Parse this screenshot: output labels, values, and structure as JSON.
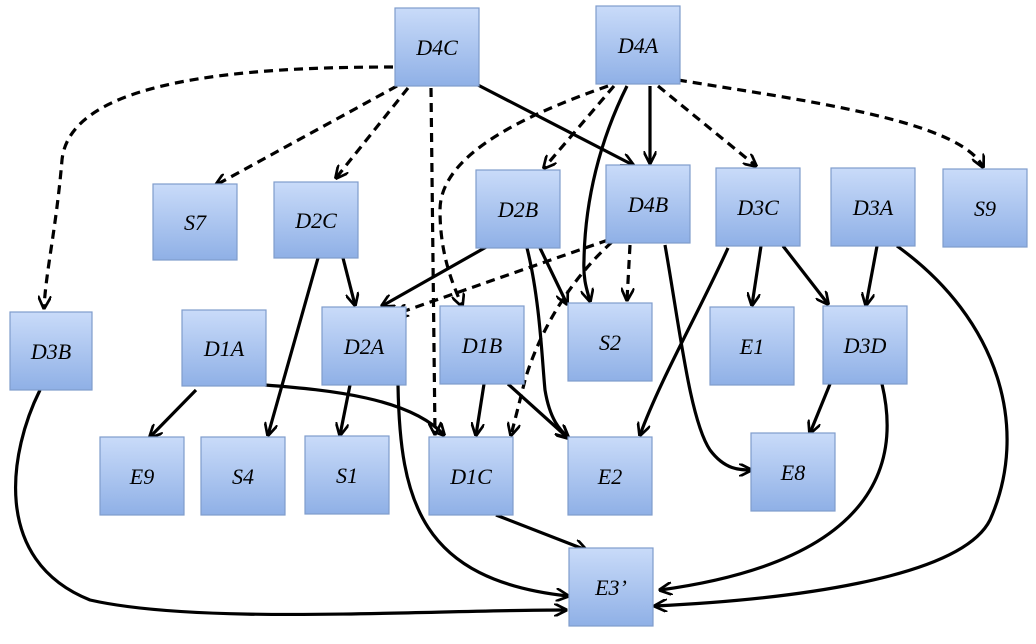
{
  "diagram": {
    "nodes": [
      {
        "id": "D4C",
        "label": "D4C"
      },
      {
        "id": "D4A",
        "label": "D4A"
      },
      {
        "id": "S7",
        "label": "S7"
      },
      {
        "id": "D2C",
        "label": "D2C"
      },
      {
        "id": "D2B",
        "label": "D2B"
      },
      {
        "id": "D4B",
        "label": "D4B"
      },
      {
        "id": "D3C",
        "label": "D3C"
      },
      {
        "id": "D3A",
        "label": "D3A"
      },
      {
        "id": "S9",
        "label": "S9"
      },
      {
        "id": "D3B",
        "label": "D3B"
      },
      {
        "id": "D1A",
        "label": "D1A"
      },
      {
        "id": "D2A",
        "label": "D2A"
      },
      {
        "id": "D1B",
        "label": "D1B"
      },
      {
        "id": "S2",
        "label": "S2"
      },
      {
        "id": "E1",
        "label": "E1"
      },
      {
        "id": "D3D",
        "label": "D3D"
      },
      {
        "id": "E9",
        "label": "E9"
      },
      {
        "id": "S4",
        "label": "S4"
      },
      {
        "id": "S1",
        "label": "S1"
      },
      {
        "id": "D1C",
        "label": "D1C"
      },
      {
        "id": "E2",
        "label": "E2"
      },
      {
        "id": "E8",
        "label": "E8"
      },
      {
        "id": "E3p",
        "label": "E3’"
      }
    ],
    "edges": [
      {
        "from": "D4C",
        "to": "D3B",
        "style": "dashed"
      },
      {
        "from": "D4C",
        "to": "S7",
        "style": "dashed"
      },
      {
        "from": "D4C",
        "to": "D2C",
        "style": "dashed"
      },
      {
        "from": "D4C",
        "to": "D1C",
        "style": "dashed"
      },
      {
        "from": "D4C",
        "to": "D4B",
        "style": "solid"
      },
      {
        "from": "D4A",
        "to": "D2B",
        "style": "dashed"
      },
      {
        "from": "D4A",
        "to": "D1B",
        "style": "dashed"
      },
      {
        "from": "D4A",
        "to": "S2",
        "style": "solid"
      },
      {
        "from": "D4A",
        "to": "D4B",
        "style": "solid"
      },
      {
        "from": "D4A",
        "to": "D3C",
        "style": "dashed"
      },
      {
        "from": "D4A",
        "to": "S9",
        "style": "dashed"
      },
      {
        "from": "D2C",
        "to": "D2A",
        "style": "solid"
      },
      {
        "from": "D2C",
        "to": "S4",
        "style": "solid"
      },
      {
        "from": "D2B",
        "to": "D2A",
        "style": "solid"
      },
      {
        "from": "D2B",
        "to": "S2",
        "style": "solid"
      },
      {
        "from": "D2B",
        "to": "E2",
        "style": "solid"
      },
      {
        "from": "D4B",
        "to": "D2A",
        "style": "dashed"
      },
      {
        "from": "D4B",
        "to": "S2",
        "style": "dashed"
      },
      {
        "from": "D4B",
        "to": "D1C",
        "style": "dashed"
      },
      {
        "from": "D4B",
        "to": "E8",
        "style": "solid"
      },
      {
        "from": "D3C",
        "to": "E1",
        "style": "solid"
      },
      {
        "from": "D3C",
        "to": "D3D",
        "style": "solid"
      },
      {
        "from": "D3C",
        "to": "E2",
        "style": "solid"
      },
      {
        "from": "D3A",
        "to": "D3D",
        "style": "solid"
      },
      {
        "from": "D3A",
        "to": "E3p",
        "style": "solid"
      },
      {
        "from": "D1A",
        "to": "E9",
        "style": "solid"
      },
      {
        "from": "D1A",
        "to": "D1C",
        "style": "solid"
      },
      {
        "from": "D2A",
        "to": "S1",
        "style": "solid"
      },
      {
        "from": "D2A",
        "to": "E3p",
        "style": "solid"
      },
      {
        "from": "D1B",
        "to": "D1C",
        "style": "solid"
      },
      {
        "from": "D1B",
        "to": "E2",
        "style": "solid"
      },
      {
        "from": "D3D",
        "to": "E8",
        "style": "solid"
      },
      {
        "from": "D3D",
        "to": "E3p",
        "style": "solid"
      },
      {
        "from": "D3B",
        "to": "E3p",
        "style": "solid"
      },
      {
        "from": "D1C",
        "to": "E3p",
        "style": "solid"
      }
    ]
  }
}
